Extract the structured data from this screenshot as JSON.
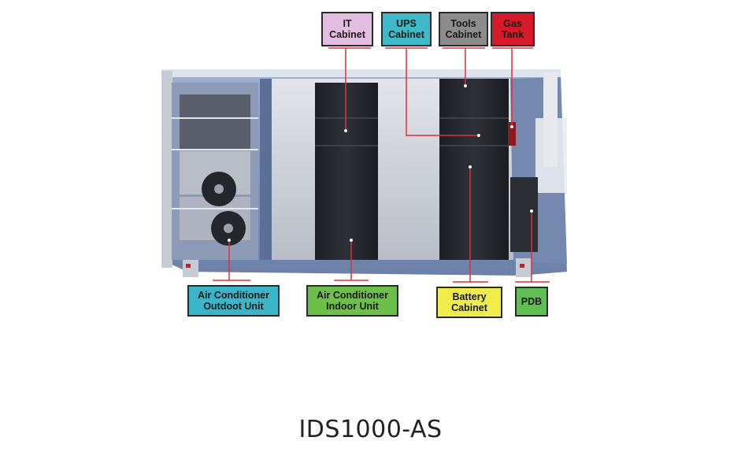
{
  "title": "IDS1000-AS",
  "labels": {
    "it": {
      "line1": "IT",
      "line2": "Cabinet",
      "color": "#e3bde0"
    },
    "ups": {
      "line1": "UPS",
      "line2": "Cabinet",
      "color": "#3fb8c8"
    },
    "tools": {
      "line1": "Tools",
      "line2": "Cabinet",
      "color": "#8c8c8c"
    },
    "gas": {
      "line1": "Gas",
      "line2": "Tank",
      "color": "#d61a2a"
    },
    "ac_out": {
      "line1": "Air Conditioner",
      "line2": "Outdoot Unit",
      "color": "#3ab5c9"
    },
    "ac_in": {
      "line1": "Air Conditioner",
      "line2": "Indoor Unit",
      "color": "#6cc04a"
    },
    "battery": {
      "line1": "Battery",
      "line2": "Cabinet",
      "color": "#f0ec4a"
    },
    "pdb": {
      "line1": "PDB",
      "line2": "",
      "color": "#5fbf52"
    }
  },
  "colors": {
    "leader": "#e0303a",
    "frame": "#8fa3c4",
    "floor": "#c9cdd3"
  }
}
